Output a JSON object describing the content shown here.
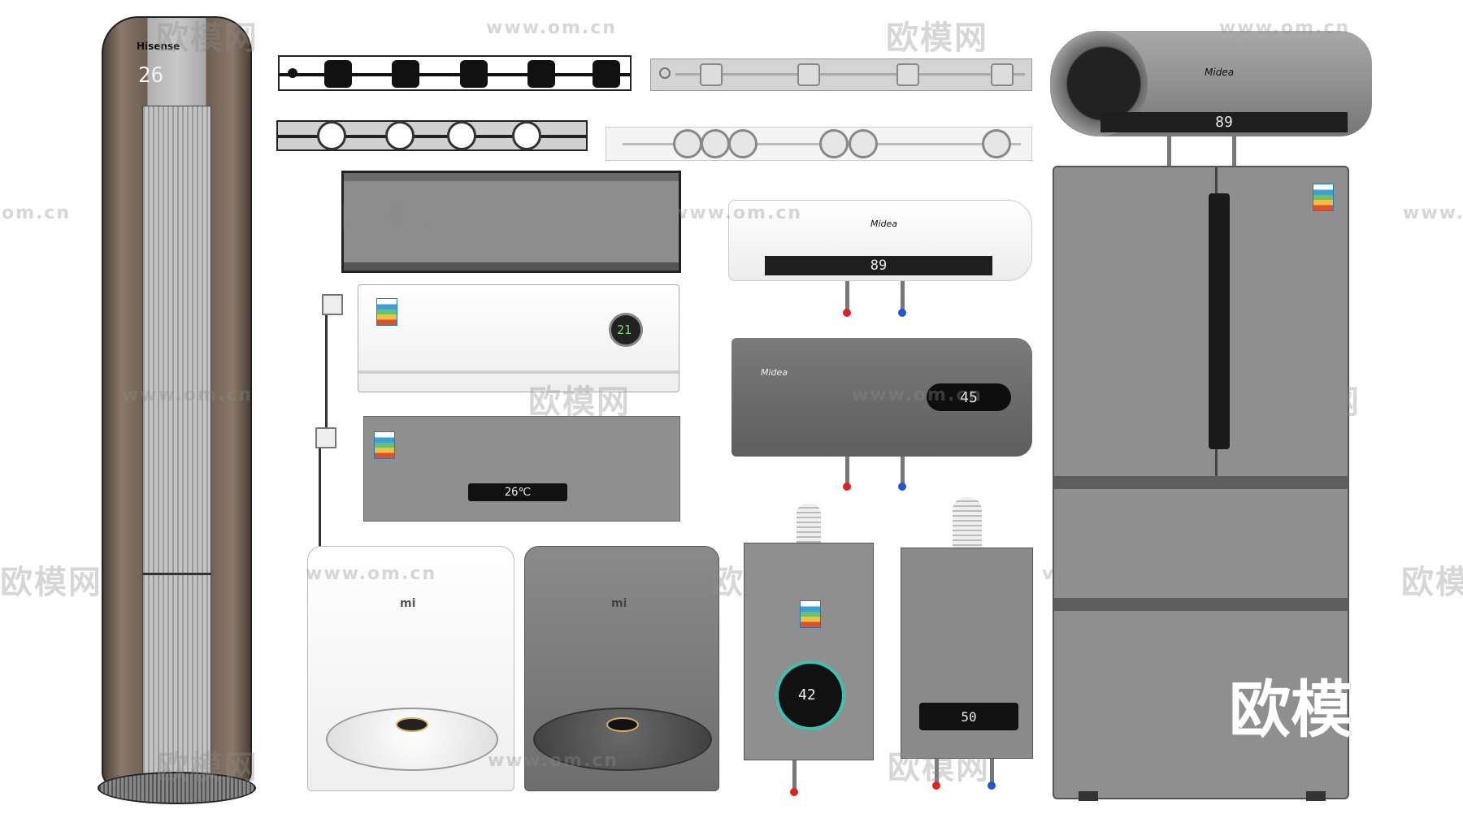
{
  "watermarks": {
    "brand_cn": "欧模网",
    "brand_cn_large": "欧模",
    "url": "www.om.cn",
    "url_short": "om.cn",
    "url_partial": "vw.om.cn",
    "url_edge": "www."
  },
  "column_ac": {
    "brand": "Hisense",
    "display": "26"
  },
  "wall_ac_display": "21",
  "wall_ac_gray_display": "26℃",
  "water_heater_top": {
    "brand": "Midea",
    "display": "89"
  },
  "water_heater_white": {
    "brand": "Midea",
    "display": "89"
  },
  "water_heater_dark": {
    "brand": "Midea",
    "display": "45"
  },
  "gas_heater_round_display": "42",
  "gas_heater_rect_display": "50",
  "robot_white_brand": "mi",
  "robot_dark_brand": "mi",
  "colors": {
    "appliance_gray": "#8f8f8f",
    "dark_gray": "#6b6b6b",
    "column_bronze": "#7a6a5a",
    "hot_red": "#d22",
    "cold_blue": "#2255cc"
  }
}
